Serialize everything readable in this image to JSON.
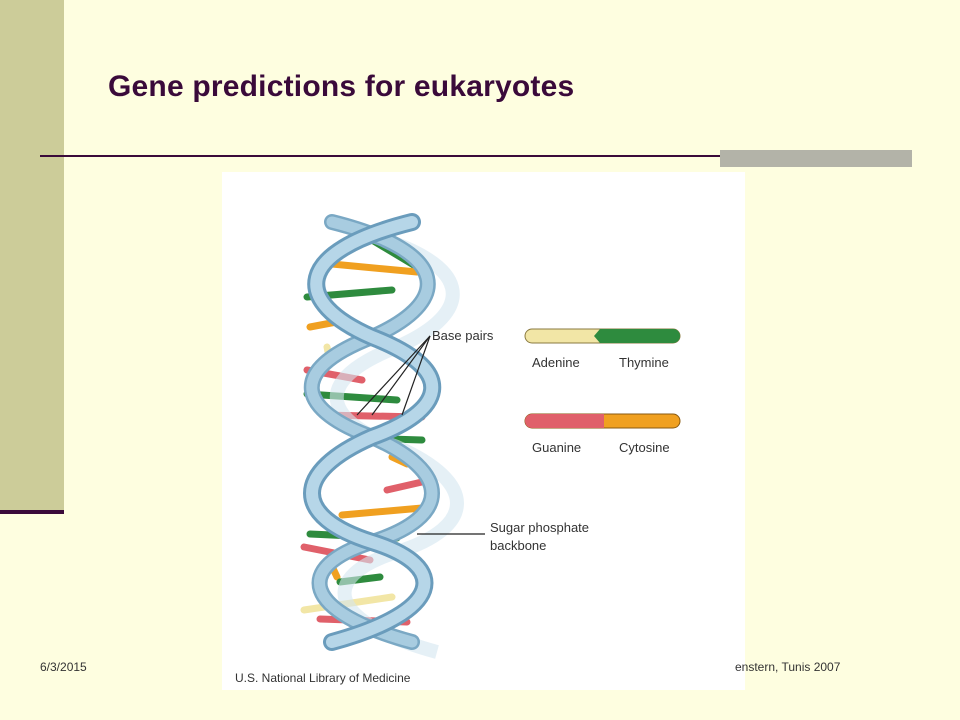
{
  "slide": {
    "title": "Gene predictions for eukaryotes",
    "footer_date": "6/3/2015",
    "footer_credit": "enstern, Tunis 2007"
  },
  "figure": {
    "labels": {
      "base_pairs": "Base pairs",
      "sugar_phosphate_line1": "Sugar phosphate",
      "sugar_phosphate_line2": "backbone",
      "credit": "U.S. National Library of Medicine"
    },
    "legend": [
      {
        "left": "Adenine",
        "right": "Thymine",
        "left_color": "#f2e6a6",
        "right_color": "#2e8b3e"
      },
      {
        "left": "Guanine",
        "right": "Cytosine",
        "left_color": "#e0606a",
        "right_color": "#f0a020"
      }
    ]
  },
  "colors": {
    "background": "#fefee0",
    "side_bar": "#cccc99",
    "title": "#3a0a3a",
    "backbone": "#a8cce0",
    "adenine": "#f2e6a6",
    "thymine": "#2e8b3e",
    "guanine": "#e0606a",
    "cytosine": "#f0a020"
  }
}
